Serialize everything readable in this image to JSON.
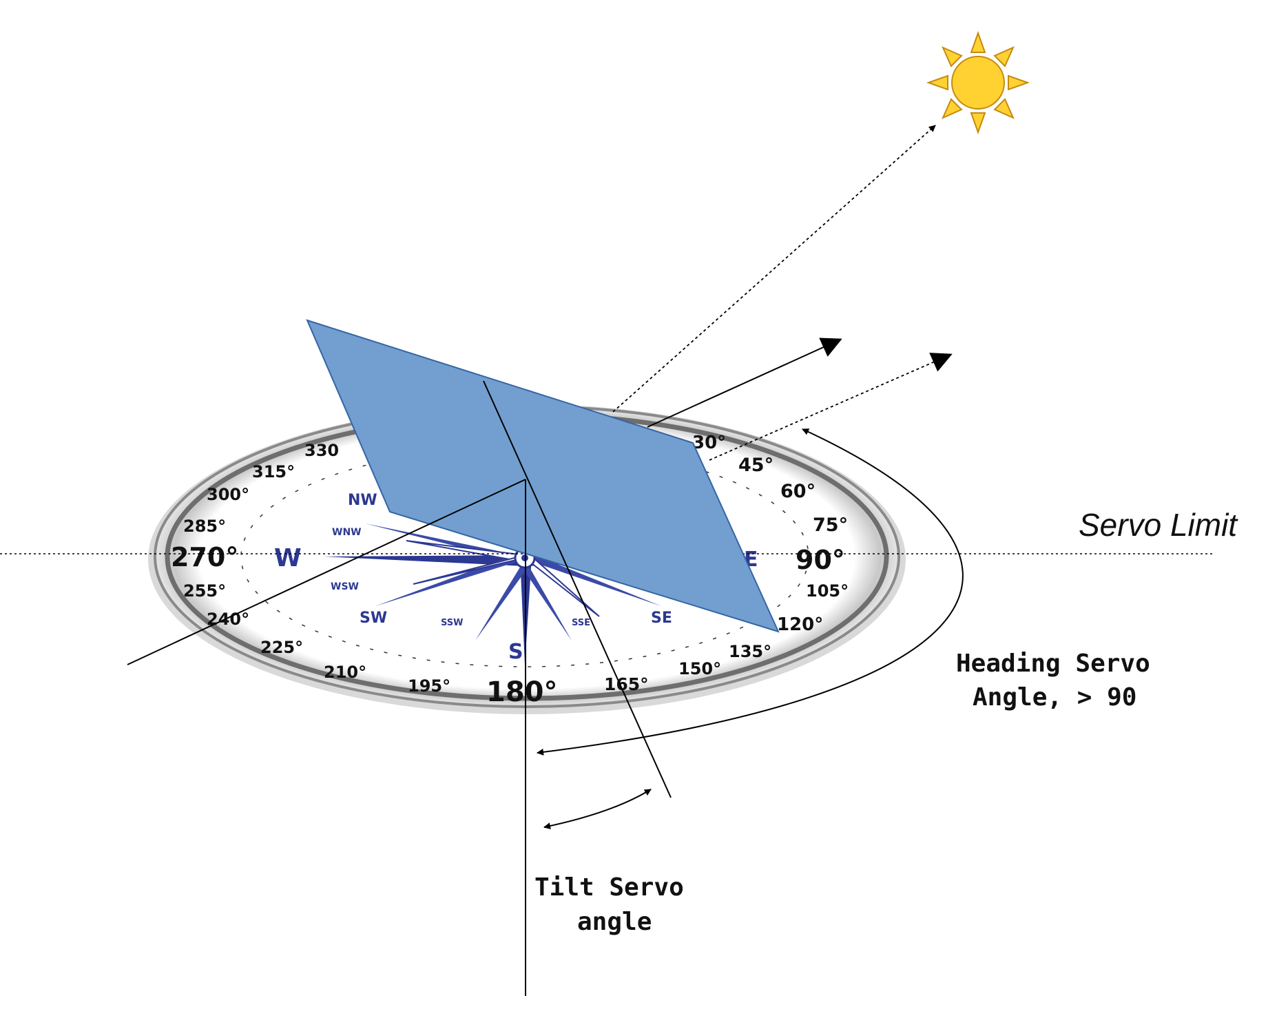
{
  "labels": {
    "servo_limit": "Servo Limit",
    "heading_line1": "Heading Servo",
    "heading_line2": "Angle, > 90",
    "tilt_line1": "Tilt Servo",
    "tilt_line2": "angle"
  },
  "compass": {
    "degrees": [
      "30°",
      "45°",
      "60°",
      "75°",
      "90°",
      "105°",
      "120°",
      "135°",
      "150°",
      "165°",
      "180°",
      "195°",
      "210°",
      "225°",
      "240°",
      "255°",
      "270°",
      "285°",
      "300°",
      "315°",
      "330"
    ],
    "cardinals": [
      "NW",
      "WNW",
      "W",
      "WSW",
      "SW",
      "SSW",
      "S",
      "SSE",
      "SE",
      "E"
    ]
  },
  "colors": {
    "panel_fill": "#729fcf",
    "panel_stroke": "#3465a4",
    "rose_blue": "#2c3892",
    "sun_fill": "#ffd232",
    "sun_stroke": "#d49a1a",
    "line": "#000000"
  },
  "icons": {
    "sun": "sun-icon"
  }
}
